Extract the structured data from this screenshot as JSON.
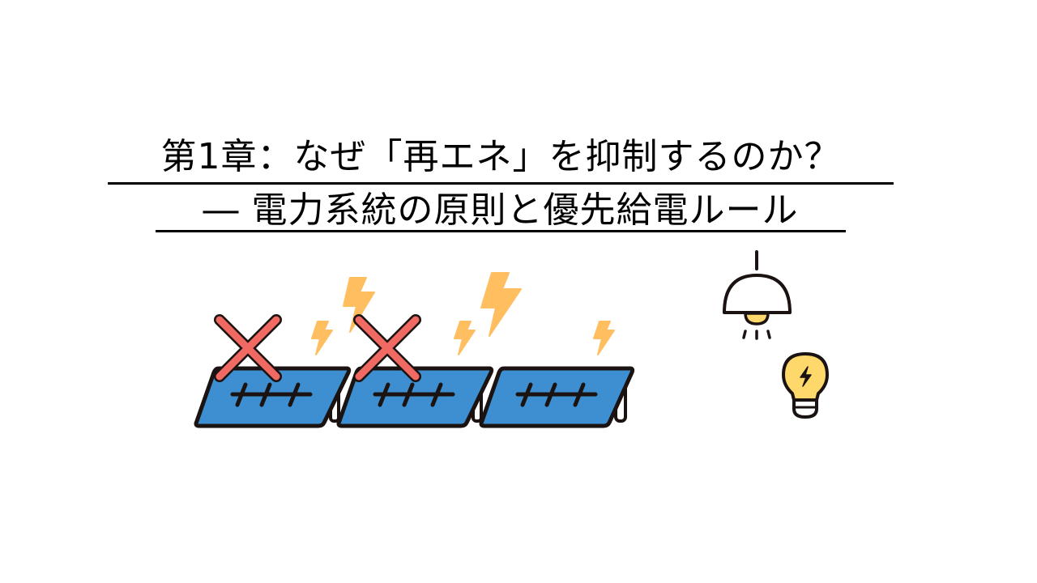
{
  "slide": {
    "title_line1": "第1章：なぜ「再エネ」を抑制するのか？",
    "title_line2": "― 電力系統の原則と優先給電ルール"
  },
  "illustration": {
    "solar_panels": [
      {
        "id": 1,
        "curtailed": true
      },
      {
        "id": 2,
        "curtailed": true
      },
      {
        "id": 3,
        "curtailed": false
      }
    ],
    "icons": [
      "solar-panel-icon",
      "red-x-icon",
      "lightning-bolt-icon",
      "pendant-lamp-icon",
      "light-bulb-icon"
    ],
    "colors": {
      "panel_blue": "#3d8fd1",
      "x_red": "#f06a63",
      "bolt_orange": "#ffbf60",
      "bulb_yellow": "#ffd86b",
      "outline": "#1a1311"
    }
  }
}
